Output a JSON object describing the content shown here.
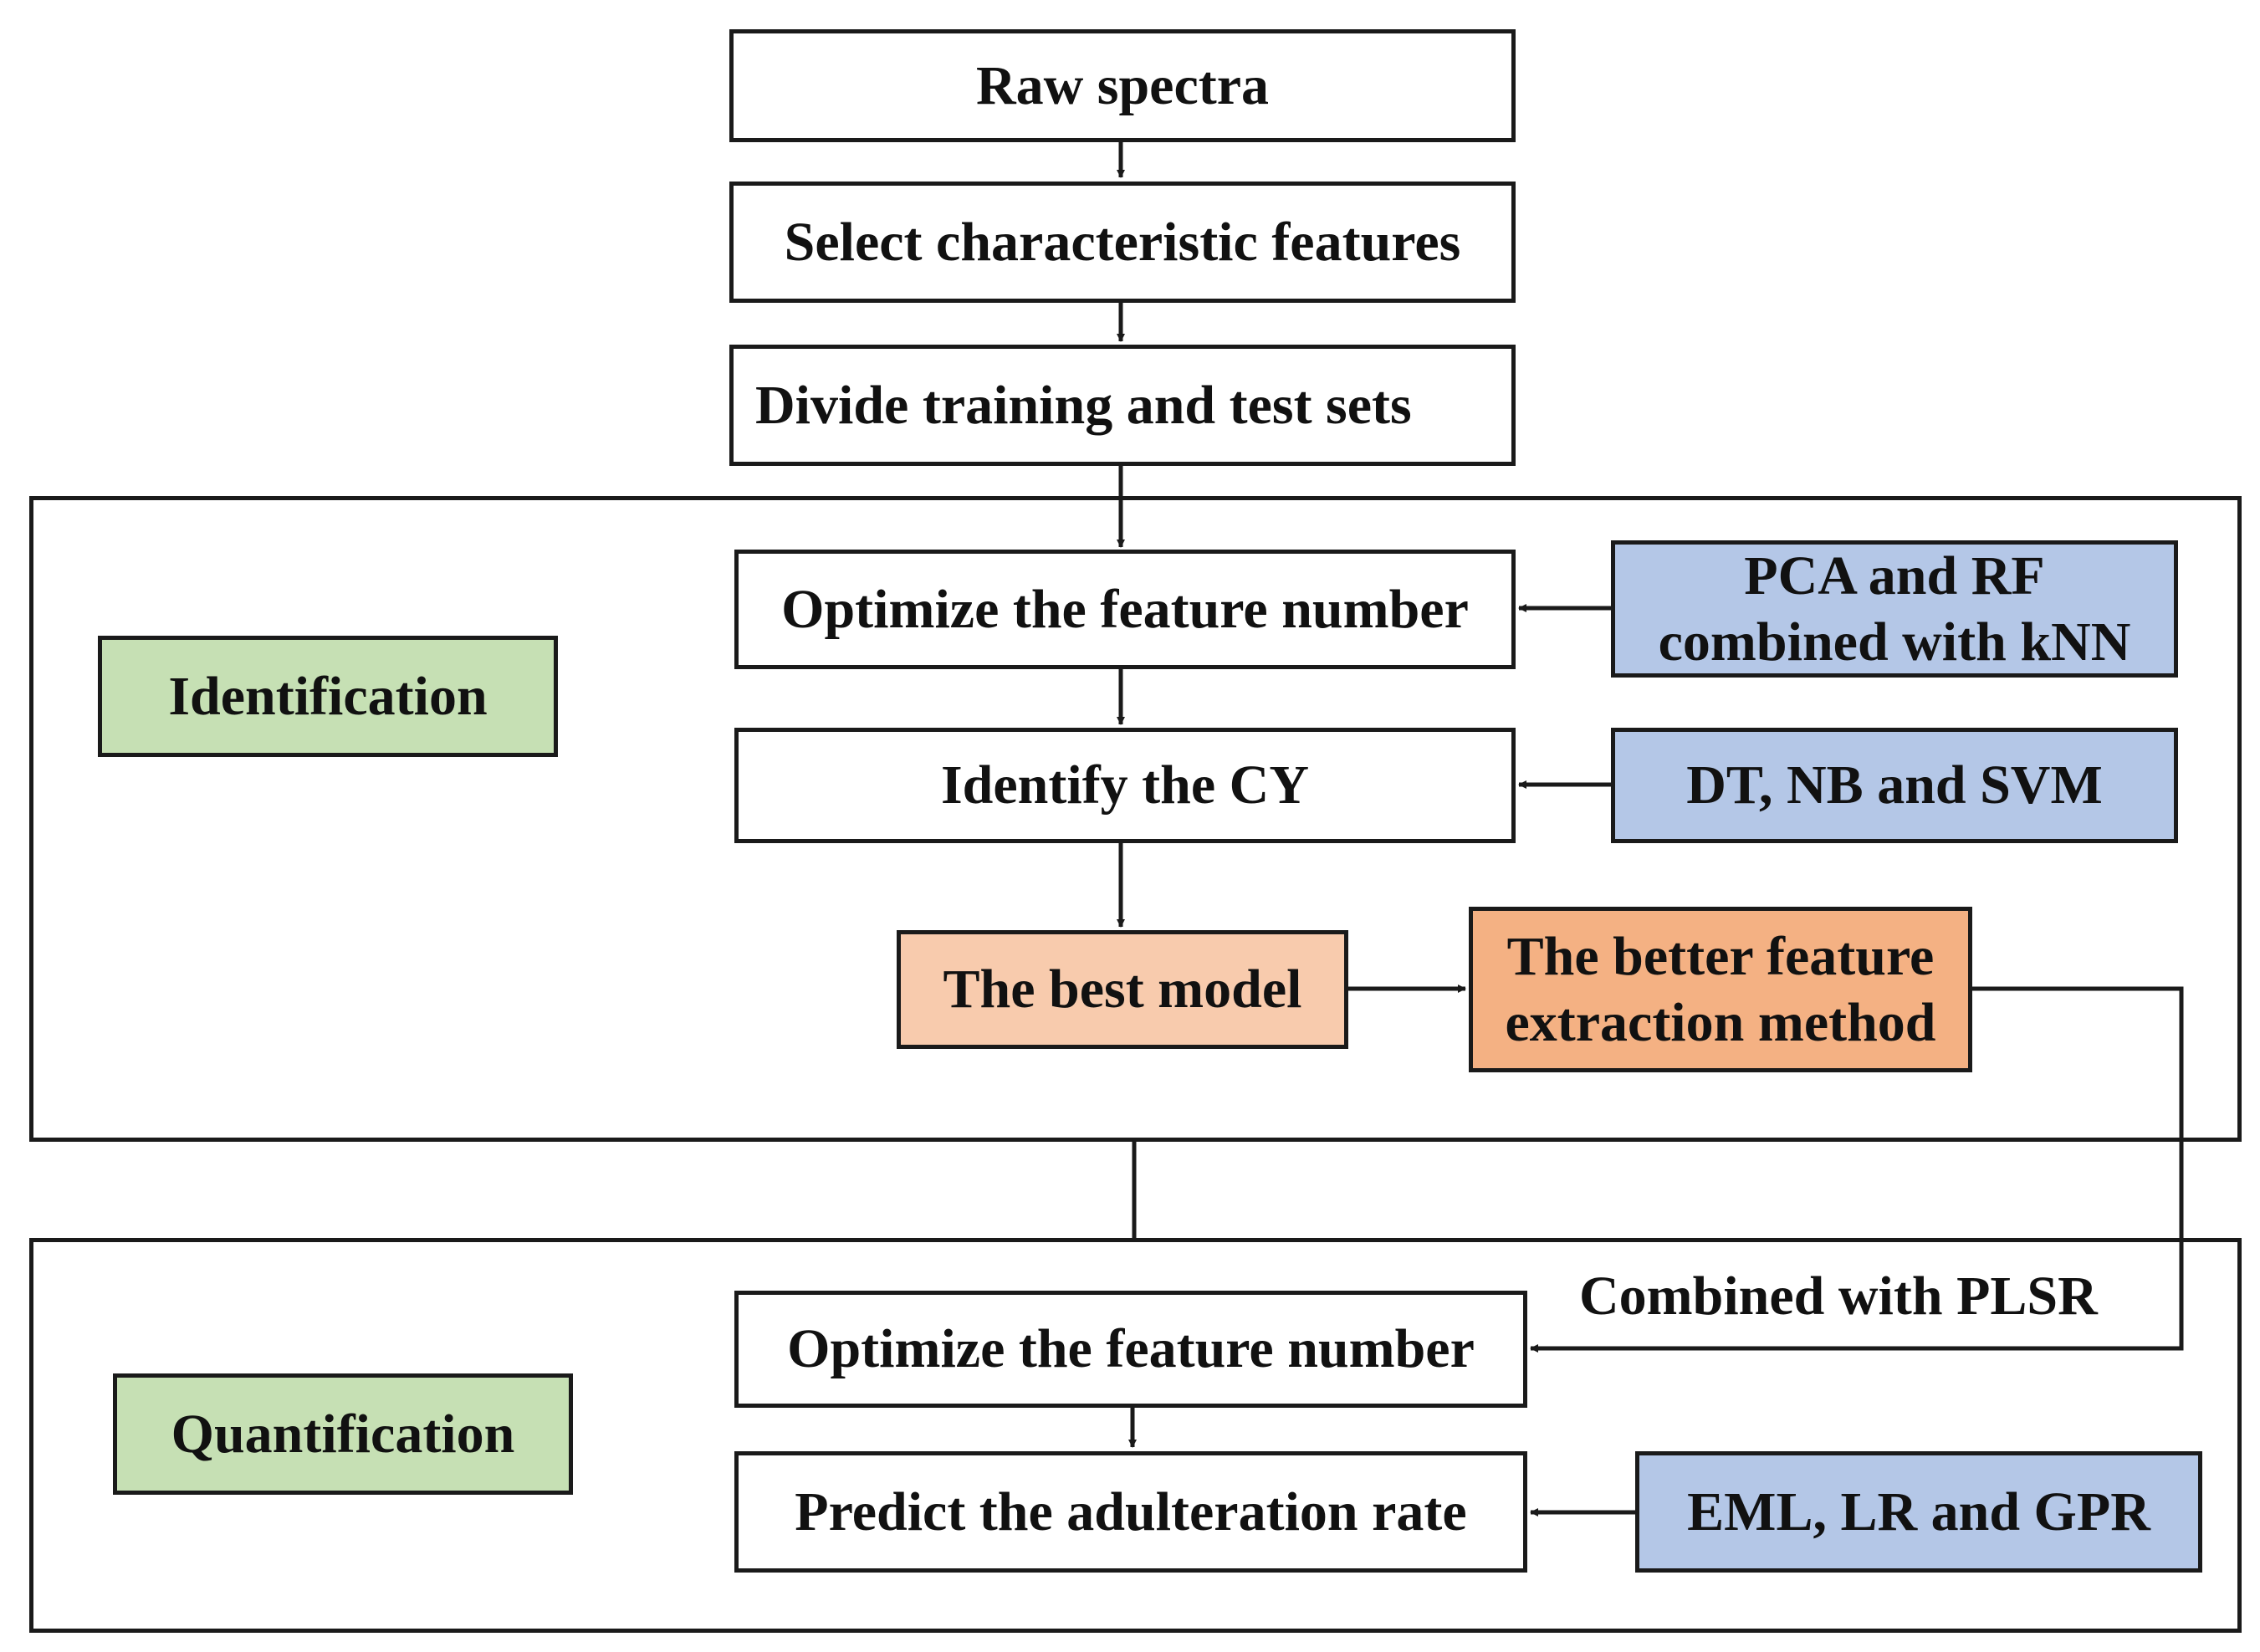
{
  "flowchart": {
    "steps": {
      "raw_spectra": "Raw spectra",
      "select_features": "Select characteristic features",
      "divide_sets": "Divide training and test sets"
    },
    "identification": {
      "section_label": "Identification",
      "optimize_feature_number": "Optimize the feature number",
      "pca_rf_knn": "PCA and RF\ncombined with kNN",
      "identify_cy": "Identify the CY",
      "dt_nb_svm": "DT, NB and SVM",
      "best_model": "The best model",
      "better_extraction": "The better feature\nextraction method"
    },
    "quantification": {
      "section_label": "Quantification",
      "combined_with_plsr": "Combined with PLSR",
      "optimize_feature_number": "Optimize the feature number",
      "predict_adulteration": "Predict the adulteration rate",
      "eml_lr_gpr": "EML, LR and GPR"
    }
  },
  "colors": {
    "green_fill": "#c6e0b4",
    "blue_fill": "#b4c7e7",
    "peach_fill": "#f8cbad",
    "orange_fill": "#f4b183",
    "border": "#1a1a1a"
  }
}
